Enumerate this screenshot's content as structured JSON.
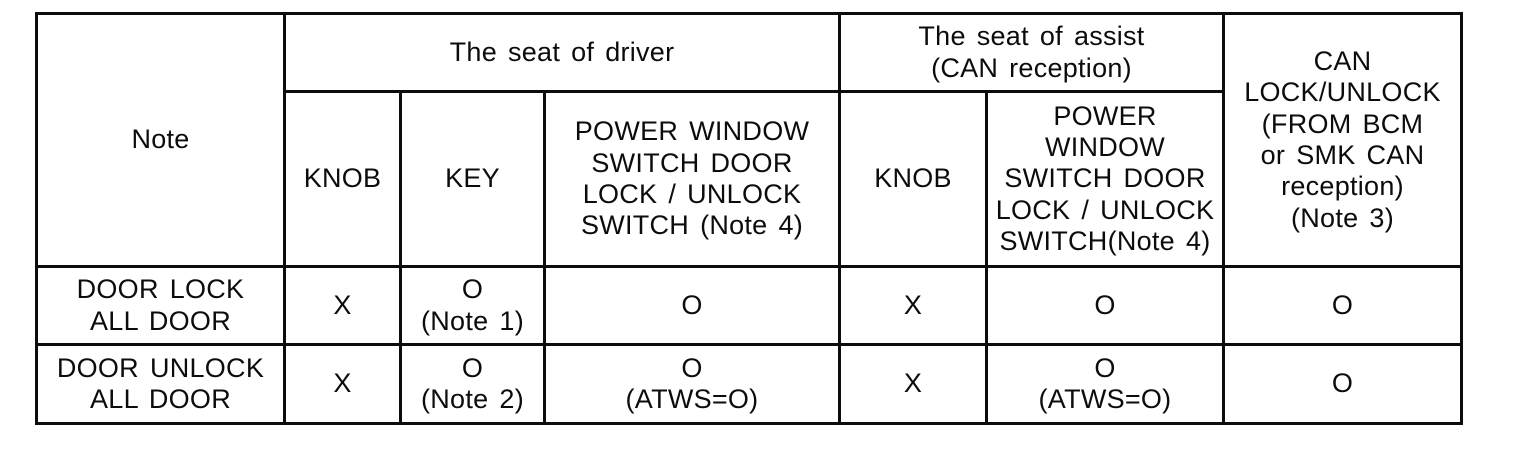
{
  "table": {
    "header": {
      "note": "Note",
      "driver_group": "The seat of driver",
      "assist_group": "The seat of assist\n(CAN reception)",
      "can_column": "CAN\nLOCK/UNLOCK\n(FROM BCM\nor SMK CAN\nreception)\n(Note 3)",
      "driver_cols": {
        "knob": "KNOB",
        "key": "KEY",
        "power_switch": "POWER WINDOW\nSWITCH DOOR\nLOCK / UNLOCK\nSWITCH (Note 4)"
      },
      "assist_cols": {
        "knob": "KNOB",
        "power_switch": "POWER\nWINDOW\nSWITCH DOOR\nLOCK / UNLOCK\nSWITCH(Note 4)"
      }
    },
    "rows": [
      {
        "label": "DOOR LOCK\nALL DOOR",
        "values": [
          "X",
          "O\n(Note 1)",
          "O",
          "X",
          "O",
          "O"
        ]
      },
      {
        "label": "DOOR UNLOCK\nALL DOOR",
        "values": [
          "X",
          "O\n(Note 2)",
          "O\n(ATWS=O)",
          "X",
          "O\n(ATWS=O)",
          "O"
        ]
      }
    ]
  }
}
